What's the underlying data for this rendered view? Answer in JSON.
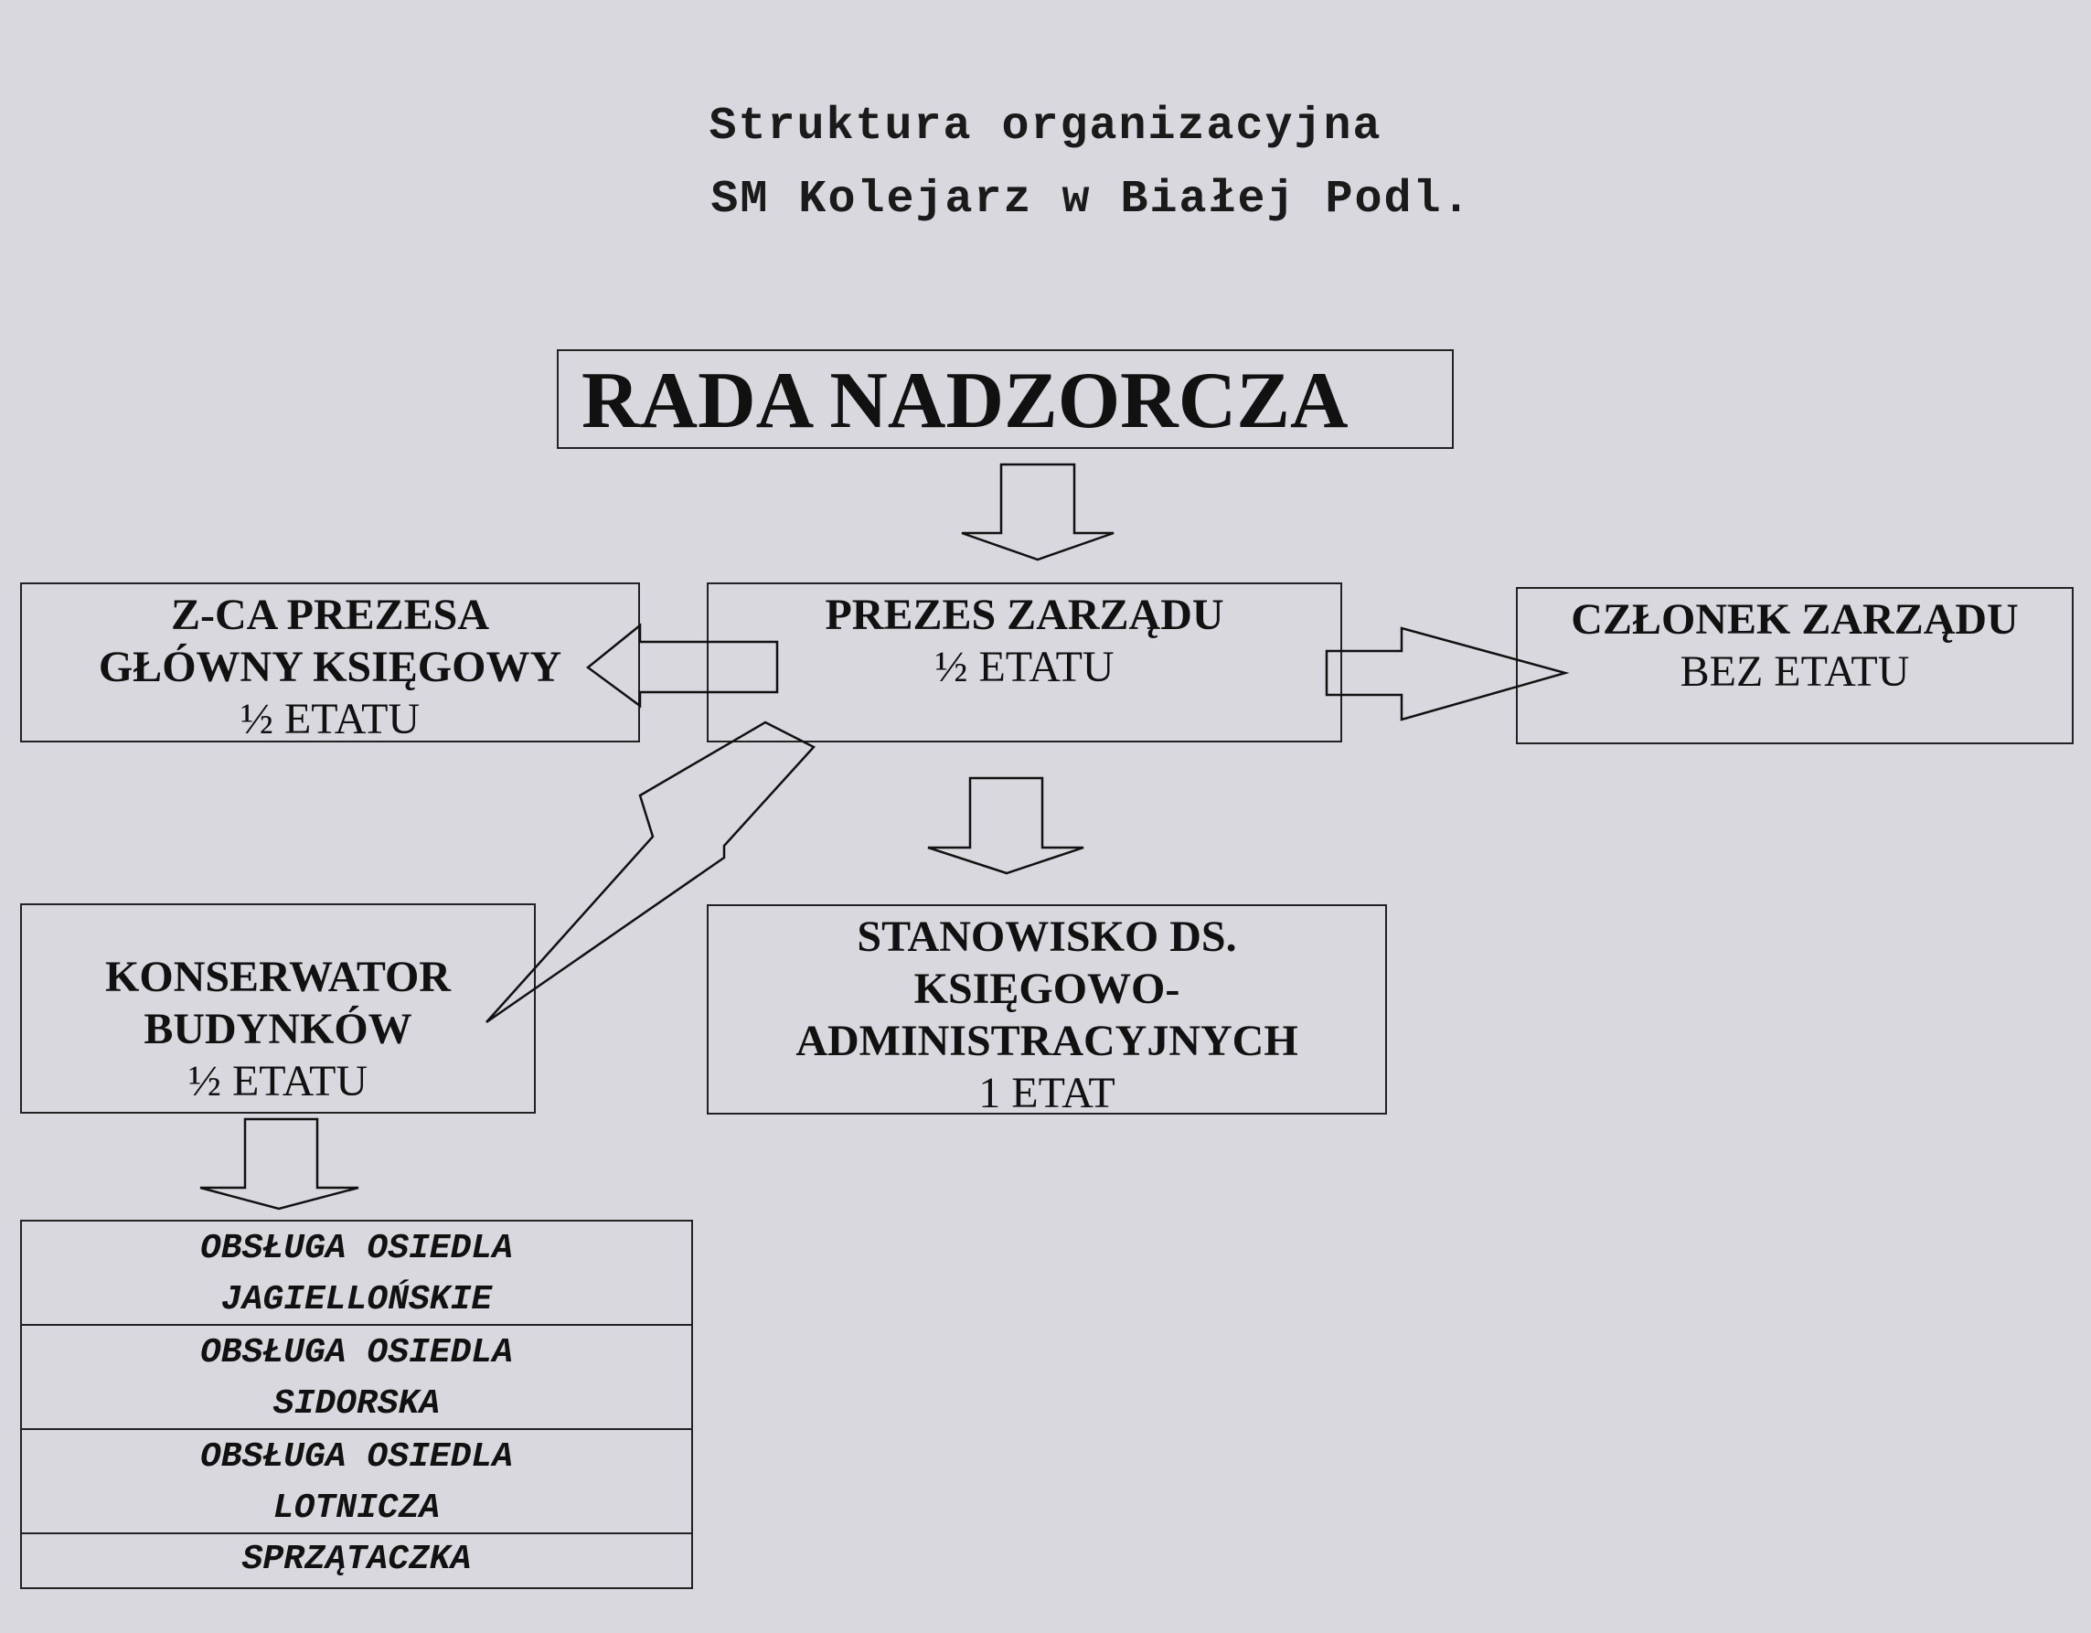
{
  "title": {
    "line1": "Struktura organizacyjna",
    "line2": "SM Kolejarz w Białej Podl."
  },
  "rada": "RADA NADZORCZA",
  "zca": {
    "line1": "Z-CA PREZESA",
    "line2": "GŁÓWNY KSIĘGOWY",
    "etat": "½ ETATU"
  },
  "prezes": {
    "line1": "PREZES ZARZĄDU",
    "etat": "½ ETATU"
  },
  "czlonek": {
    "line1": "CZŁONEK ZARZĄDU",
    "etat": "BEZ ETATU"
  },
  "konserwator": {
    "line1": "KONSERWATOR",
    "line2": "BUDYNKÓW",
    "etat": "½ ETATU"
  },
  "stanowisko": {
    "line1": "STANOWISKO DS.",
    "line2": "KSIĘGOWO-",
    "line3": "ADMINISTRACYJNYCH",
    "etat": "1  ETAT"
  },
  "obsluga": [
    {
      "line1": "OBSŁUGA OSIEDLA",
      "line2": "JAGIELLOŃSKIE"
    },
    {
      "line1": "OBSŁUGA OSIEDLA",
      "line2": "SIDORSKA"
    },
    {
      "line1": "OBSŁUGA OSIEDLA",
      "line2": "LOTNICZA"
    },
    {
      "line1": "SPRZĄTACZKA"
    }
  ]
}
